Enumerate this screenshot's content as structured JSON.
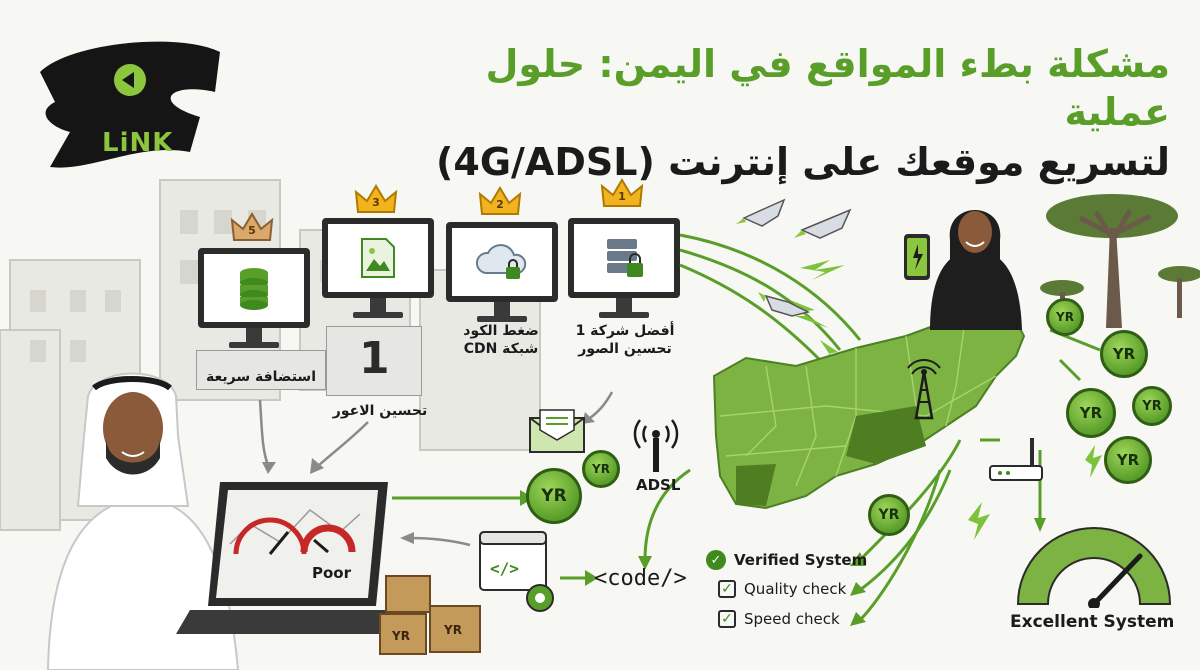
{
  "logo": {
    "text": "LiNK"
  },
  "title": {
    "line1": "مشكلة بطء المواقع في اليمن: حلول عملية",
    "line2": "لتسريع موقعك على إنترنت (4G/ADSL)"
  },
  "rankings": [
    {
      "rank": "1",
      "label_line1": "أفضل شركة 1",
      "label_line2": "تحسين الصور",
      "icon": "server-lock-icon"
    },
    {
      "rank": "2",
      "label_line1": "ضغط الكود",
      "label_line2": "شبكة CDN",
      "icon": "cloud-lock-icon"
    },
    {
      "rank": "3",
      "label_line1": "",
      "label_line2": "",
      "icon": "image-file-icon"
    },
    {
      "rank": "5",
      "label_line1": "استضافة سريعة",
      "label_line2": "",
      "icon": "database-icon"
    }
  ],
  "podium": {
    "number": "1",
    "label": "تحسين الاعور"
  },
  "laptop": {
    "gauge_label": "Poor"
  },
  "adsl": {
    "label": "ADSL"
  },
  "code": {
    "text": "<code/>"
  },
  "coins": {
    "label": "YR"
  },
  "checks": {
    "verified": "Verified System",
    "quality": "Quality check",
    "speed": "Speed check"
  },
  "gauge": {
    "label": "Excellent System"
  },
  "colors": {
    "green": "#5a9e2a",
    "light_green": "#8cc63f",
    "dark": "#1b1b1b",
    "gold": "#f2b320"
  }
}
